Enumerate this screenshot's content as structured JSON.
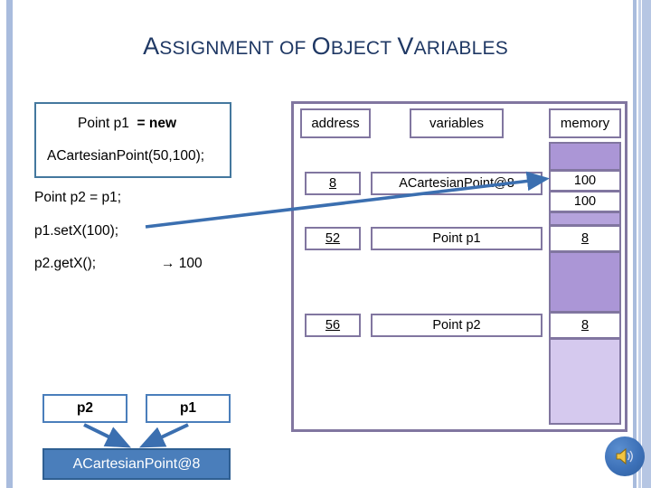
{
  "slide": {
    "title": {
      "part1_lead": "A",
      "part1_rest": "SSIGNMENT",
      "of_lead": "",
      "of_text": "OF",
      "part2_lead": "O",
      "part2_rest": "BJECT",
      "part3_lead": "V",
      "part3_rest": "ARIABLES",
      "full": "ASSIGNMENT OF OBJECT VARIABLES",
      "color": "#1f3864"
    },
    "code": {
      "line1_a": "Point p1",
      "line1_b": "= new",
      "line2": "ACartesian",
      "line2b": "Point(50,100);",
      "line3": "Point p2    =      p1;",
      "line4": "p1.setX(100);",
      "line5": "p2.getX();",
      "result_arrow": "→ 100",
      "box_border_color": "#44789e"
    },
    "table": {
      "headers": {
        "address": "address",
        "variables": "variables",
        "memory": "memory"
      },
      "rows": [
        {
          "address": "8",
          "variable": "ACartesianPoint@8",
          "memory": "100"
        },
        {
          "address": "52",
          "variable": "Point p1",
          "memory": "8"
        },
        {
          "address": "56",
          "variable": "Point p2",
          "memory": "8"
        }
      ],
      "memory_stack": [
        {
          "value": "",
          "fill": "purple-dark"
        },
        {
          "value": "100",
          "fill": "white"
        },
        {
          "value": "100",
          "fill": "white"
        },
        {
          "value": "",
          "fill": "purple-mid"
        },
        {
          "value": "8",
          "fill": "white"
        },
        {
          "value": "",
          "fill": "purple-dark"
        },
        {
          "value": "8",
          "fill": "white"
        },
        {
          "value": "",
          "fill": "purple-light"
        }
      ],
      "border_color": "#8176a0"
    },
    "object_diagram": {
      "ref_left": "p2",
      "ref_right": "p1",
      "object_label": "ACartesianPoint@8",
      "ref_border_color": "#4a7ebb",
      "object_fill_color": "#4a7ebb"
    },
    "connector": {
      "from_label": "p1.setX(100);",
      "to_label": "100",
      "color": "#3b6fb0"
    },
    "audio": {
      "icon": "speaker-icon",
      "color": "#3d71b8"
    }
  }
}
